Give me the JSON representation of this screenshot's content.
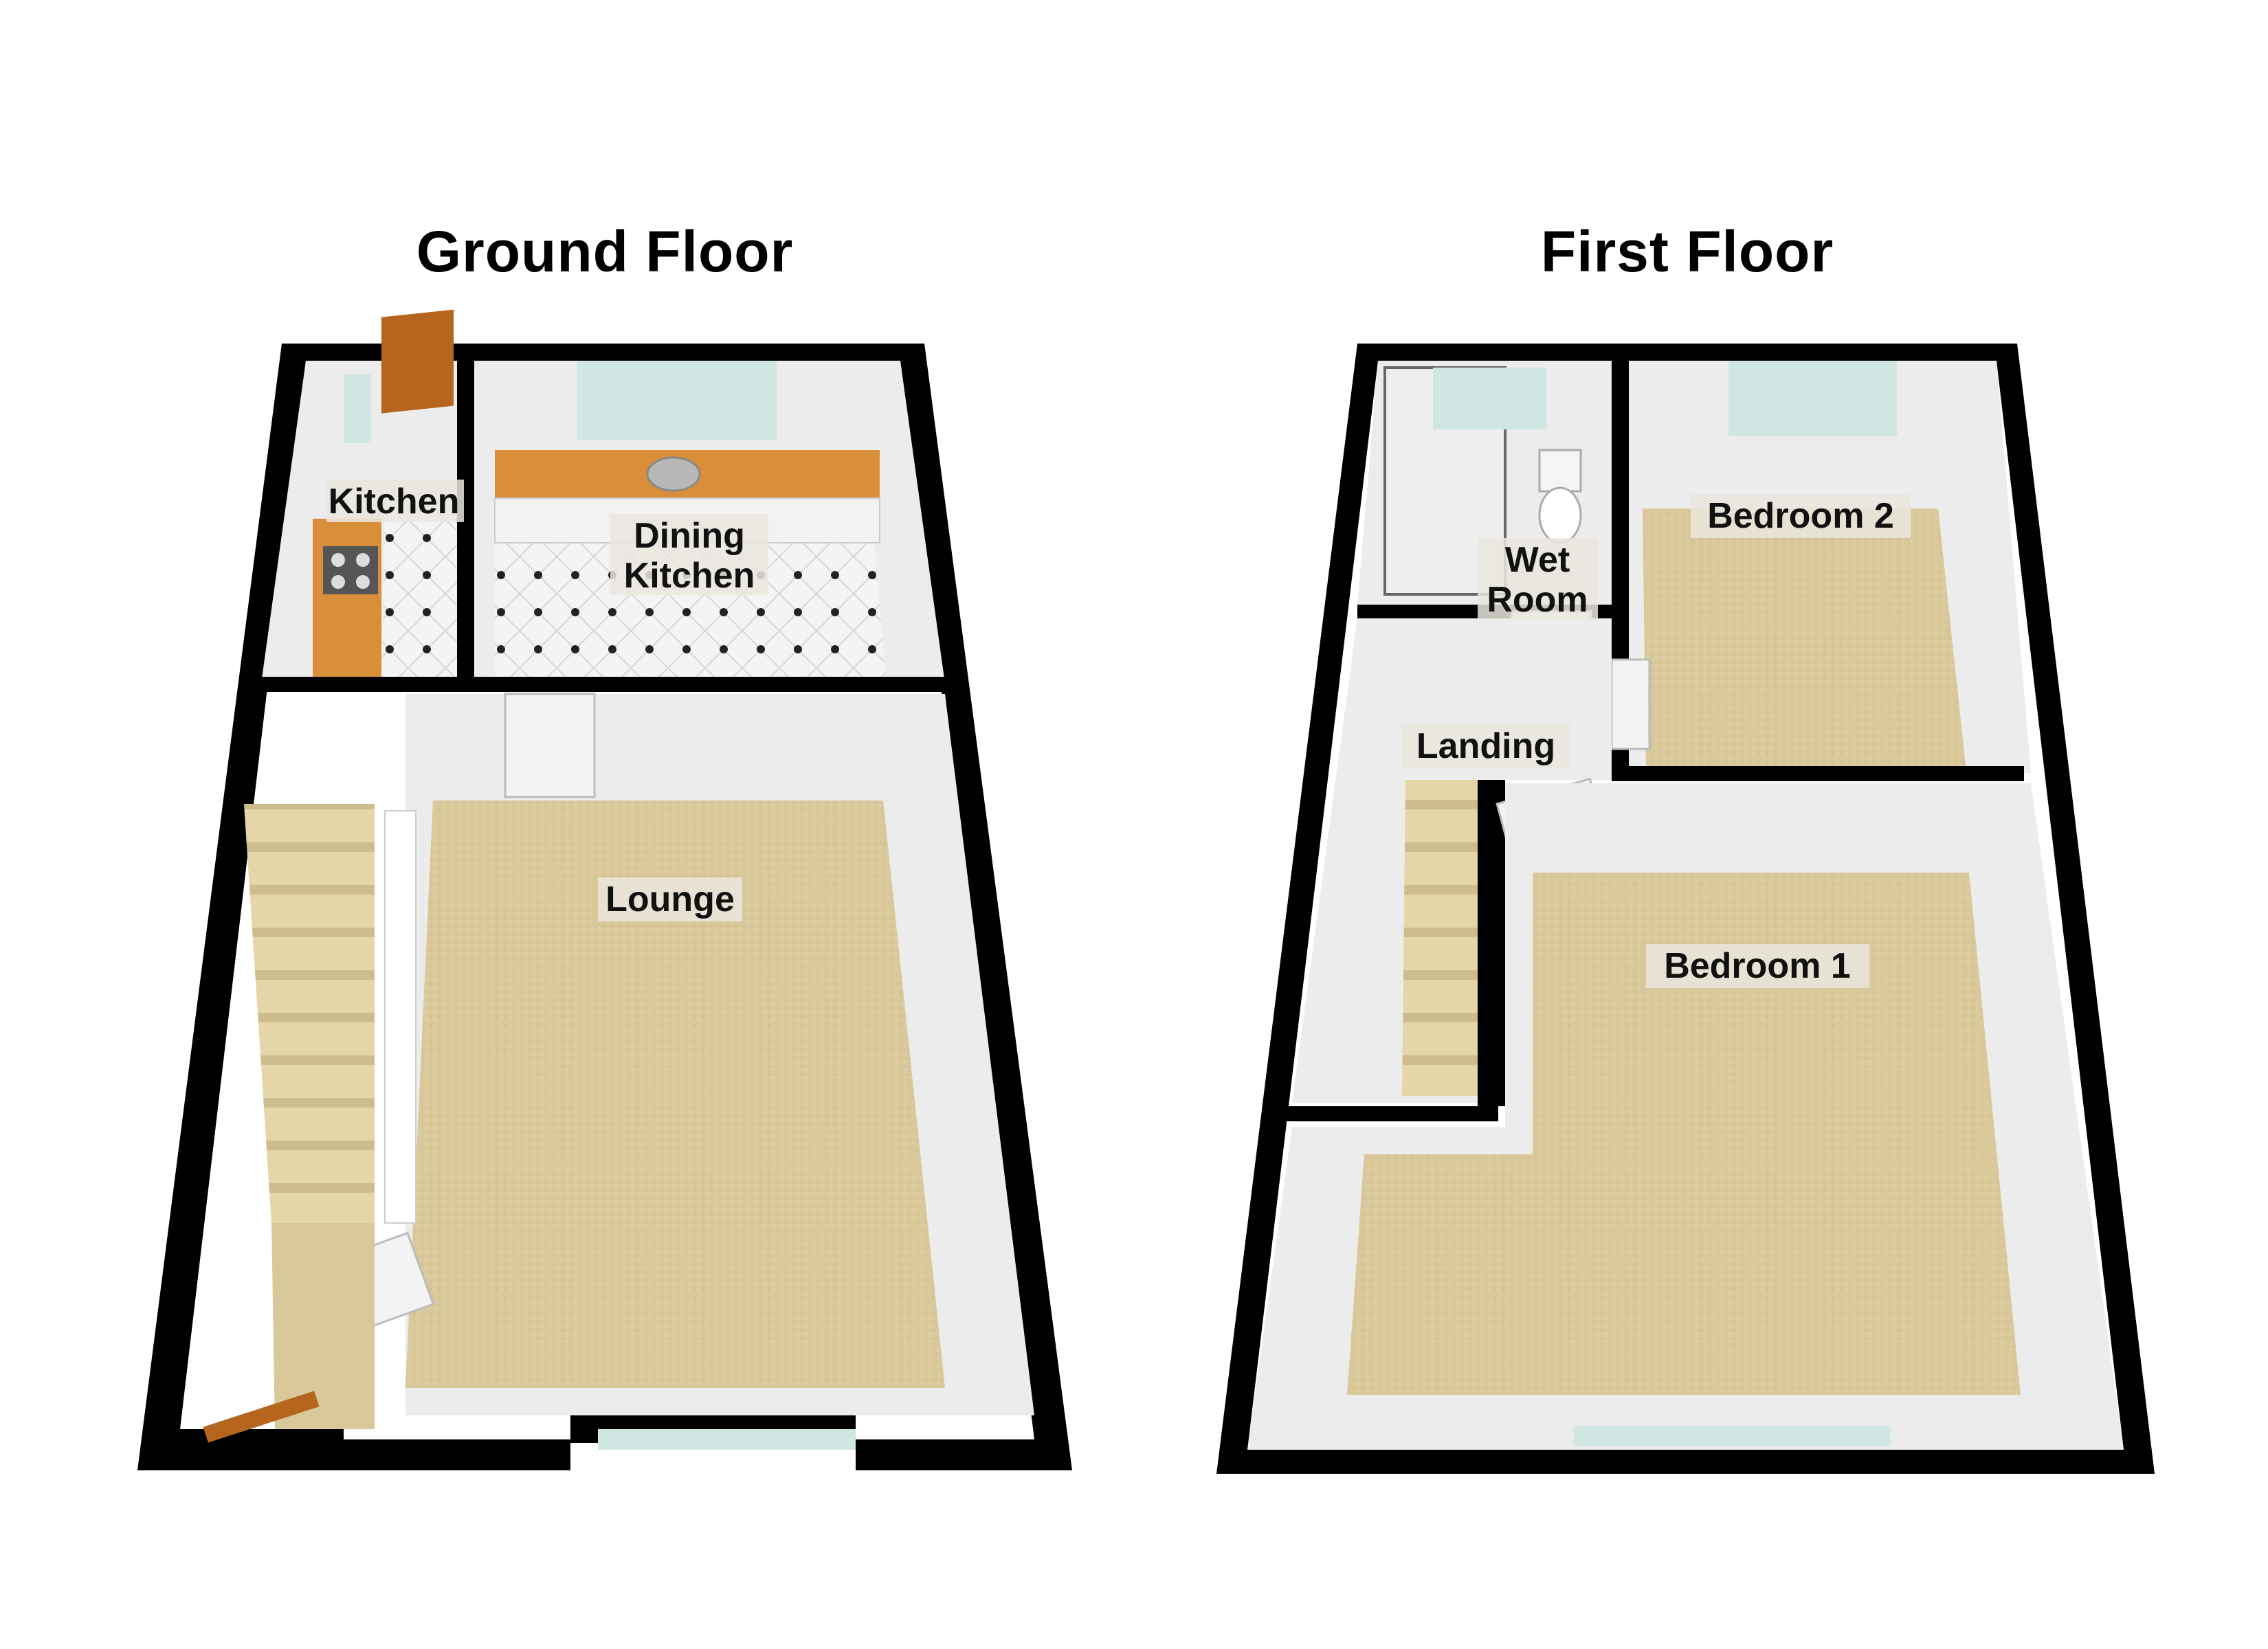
{
  "floors": [
    {
      "title": "Ground Floor",
      "rooms": {
        "kitchen": "Kitchen",
        "dining_kitchen_line1": "Dining",
        "dining_kitchen_line2": "Kitchen",
        "lounge": "Lounge"
      }
    },
    {
      "title": "First Floor",
      "rooms": {
        "wet_room_line1": "Wet",
        "wet_room_line2": "Room",
        "bedroom_2": "Bedroom 2",
        "landing": "Landing",
        "bedroom_1": "Bedroom 1"
      }
    }
  ],
  "colors": {
    "carpet": "#d9c99a",
    "worktop": "#d98e3a",
    "window_glass": "#cfe6e2",
    "wall": "#000000",
    "door": "#b5651d"
  }
}
